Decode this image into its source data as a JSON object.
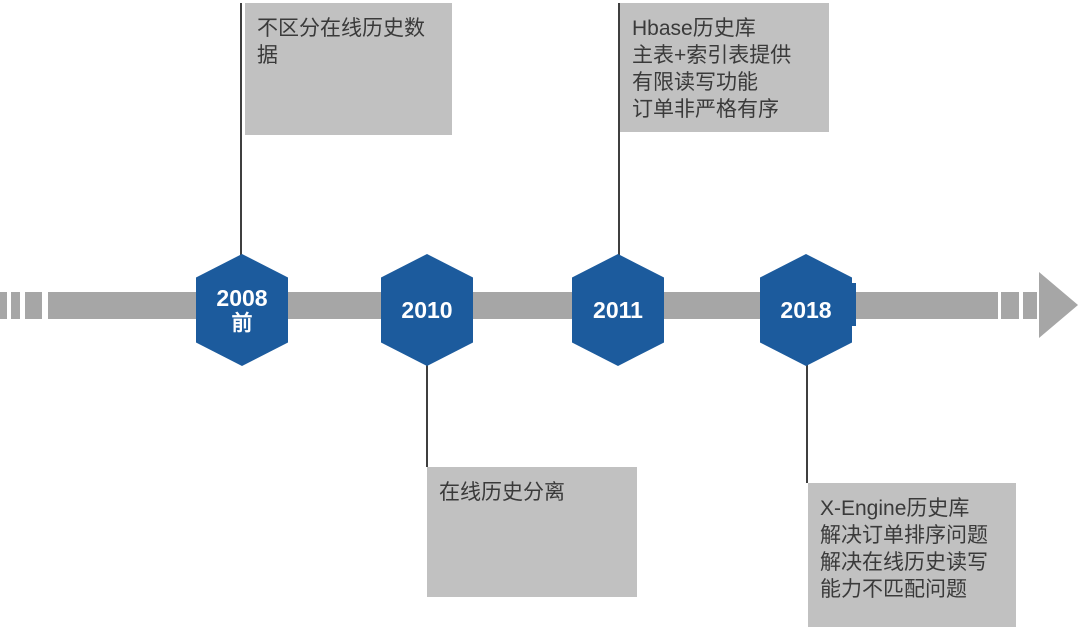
{
  "diagram": {
    "type": "timeline",
    "orientation": "horizontal-left-to-right",
    "colors": {
      "hexagon_blue": "#1c5b9d",
      "timeline_bar_gray": "#a6a6a6",
      "callout_background_gray": "#c1c1c1",
      "callout_text": "#3a3a3a",
      "connector_line": "#3f3f3f",
      "year_text": "#ffffff"
    },
    "milestones": [
      {
        "year": "2008",
        "suffix": "前",
        "callout_position": "top",
        "callout_lines": [
          "不区分在线历史数据"
        ]
      },
      {
        "year": "2010",
        "callout_position": "bottom",
        "callout_lines": [
          "在线历史分离"
        ]
      },
      {
        "year": "2011",
        "callout_position": "top",
        "callout_lines": [
          "Hbase历史库",
          "主表+索引表提供",
          "有限读写功能",
          "订单非严格有序"
        ]
      },
      {
        "year": "2018",
        "callout_position": "bottom",
        "callout_lines": [
          "X-Engine历史库",
          "解决订单排序问题",
          "解决在线历史读写",
          "能力不匹配问题"
        ]
      }
    ]
  }
}
